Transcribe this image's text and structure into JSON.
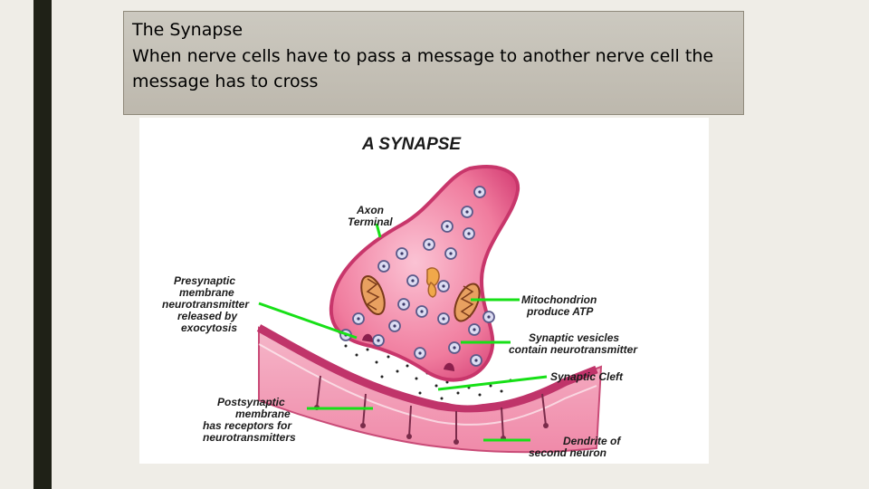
{
  "slide": {
    "title": "The Synapse",
    "body": "When nerve cells have to pass a message to another nerve cell the message has to cross"
  },
  "diagram": {
    "title": "A SYNAPSE",
    "labels": {
      "axon_terminal": [
        "Axon",
        "Terminal"
      ],
      "presynaptic": [
        "Presynaptic",
        "membrane",
        "neurotransmitter",
        "released by",
        "exocytosis"
      ],
      "mitochondrion": [
        "Mitochondrion",
        "produce ATP"
      ],
      "vesicles": [
        "Synaptic vesicles",
        "contain neurotransmitter"
      ],
      "cleft": [
        "Synaptic Cleft"
      ],
      "postsynaptic": [
        "Postsynaptic",
        "membrane",
        "has receptors for",
        "neurotransmitters"
      ],
      "dendrite": [
        "Dendrite of",
        "second neuron"
      ]
    },
    "colors": {
      "terminal_fill": "#f07c9e",
      "terminal_light": "#f9b3c8",
      "membrane": "#c0346a",
      "dendrite_fill": "#f3a6be",
      "leader_line": "#17e017",
      "vesicle": "#5b5a8a"
    }
  }
}
